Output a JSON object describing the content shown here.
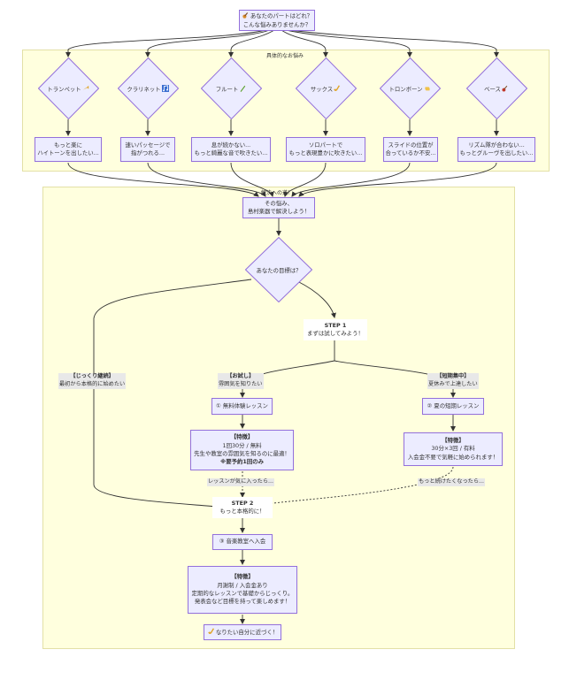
{
  "diagram": {
    "title_node": {
      "lines": [
        "あなたのパートはどれ？",
        "こんな悩みありませんか？"
      ],
      "icon": "guitar-icon"
    },
    "subgraph_top": {
      "label": "具体的なお悩み"
    },
    "subgraph_bottom": {
      "label": "解決への道！"
    },
    "instruments": [
      {
        "label": "トランペット",
        "icon": "trumpet-icon",
        "problem": [
          "もっと楽に",
          "ハイトーンを出したい..."
        ]
      },
      {
        "label": "クラリネット",
        "icon": "music-notes-icon",
        "problem": [
          "速いパッセージで",
          "指がつれる..."
        ]
      },
      {
        "label": "フルート",
        "icon": "flute-icon",
        "problem": [
          "息が続かない...",
          "もっと綺麗な音で吹きたい..."
        ]
      },
      {
        "label": "サックス",
        "icon": "saxophone-icon",
        "problem": [
          "ソロパートで",
          "もっと表現豊かに吹きたい..."
        ]
      },
      {
        "label": "トロンボーン",
        "icon": "trombone-icon",
        "problem": [
          "スライドの位置が",
          "合っているか不安..."
        ]
      },
      {
        "label": "ベース",
        "icon": "bass-guitar-icon",
        "problem": [
          "リズム隊が合わない...",
          "もっとグルーヴを出したい..."
        ]
      }
    ],
    "solve_node": [
      "その悩み、",
      "島村楽器で解決しよう！"
    ],
    "goal_decision": "あなたの目標は？",
    "step1": {
      "title": "STEP 1",
      "text": "まずは試してみよう！"
    },
    "edge_left": {
      "title": "【じっくり継続】",
      "text": "最初から本格的に始めたい"
    },
    "edge_trial": {
      "title": "【お試し】",
      "text": "雰囲気を知りたい"
    },
    "edge_intensive": {
      "title": "【短期集中】",
      "text": "夏休みで上達したい"
    },
    "trial_lesson": "① 無料体験レッスン",
    "trial_feature": {
      "title": "【特徴】",
      "lines": [
        "1回30分 / 無料",
        "先生や教室の雰囲気を知るのに最適！"
      ],
      "bold_line": "※要予約1回のみ"
    },
    "summer_lesson": "② 夏の短期レッスン",
    "summer_feature": {
      "title": "【特徴】",
      "lines": [
        "30分×3回 / 有料",
        "入会金不要で気軽に始められます！"
      ]
    },
    "edge_liked": "レッスンが気に入ったら...",
    "edge_continue": "もっと続けたくなったら...",
    "step2": {
      "title": "STEP 2",
      "text": "もっと本格的に！"
    },
    "enroll": "③ 音楽教室へ入会",
    "enroll_feature": {
      "title": "【特徴】",
      "lines": [
        "月謝制 / 入会金あり",
        "定期的なレッスンで基礎からじっくり。",
        "発表会など目標を持って楽しめます！"
      ]
    },
    "final": {
      "text": "なりたい自分に近づく！",
      "icon": "saxophone-icon"
    }
  }
}
